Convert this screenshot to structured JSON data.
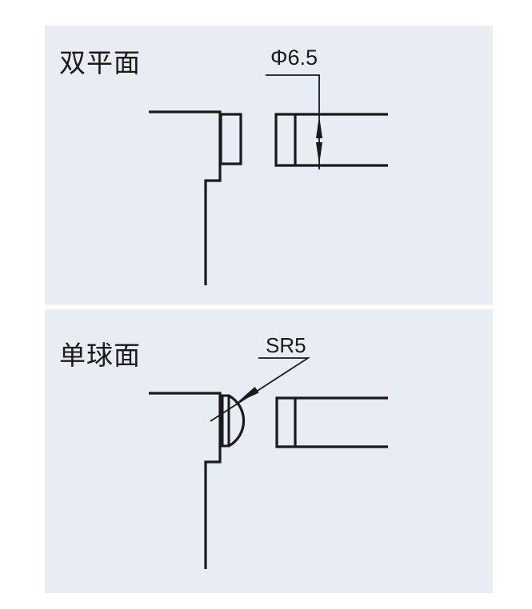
{
  "page": {
    "background": "#ffffff",
    "panel_background": "#e7ecf5",
    "line_color": "#1a1a1a"
  },
  "panels": [
    {
      "id": "double-flat-face",
      "label": "双平面",
      "dimension": "Φ6.5"
    },
    {
      "id": "single-spherical-face",
      "label": "单球面",
      "dimension": "SR5"
    }
  ]
}
